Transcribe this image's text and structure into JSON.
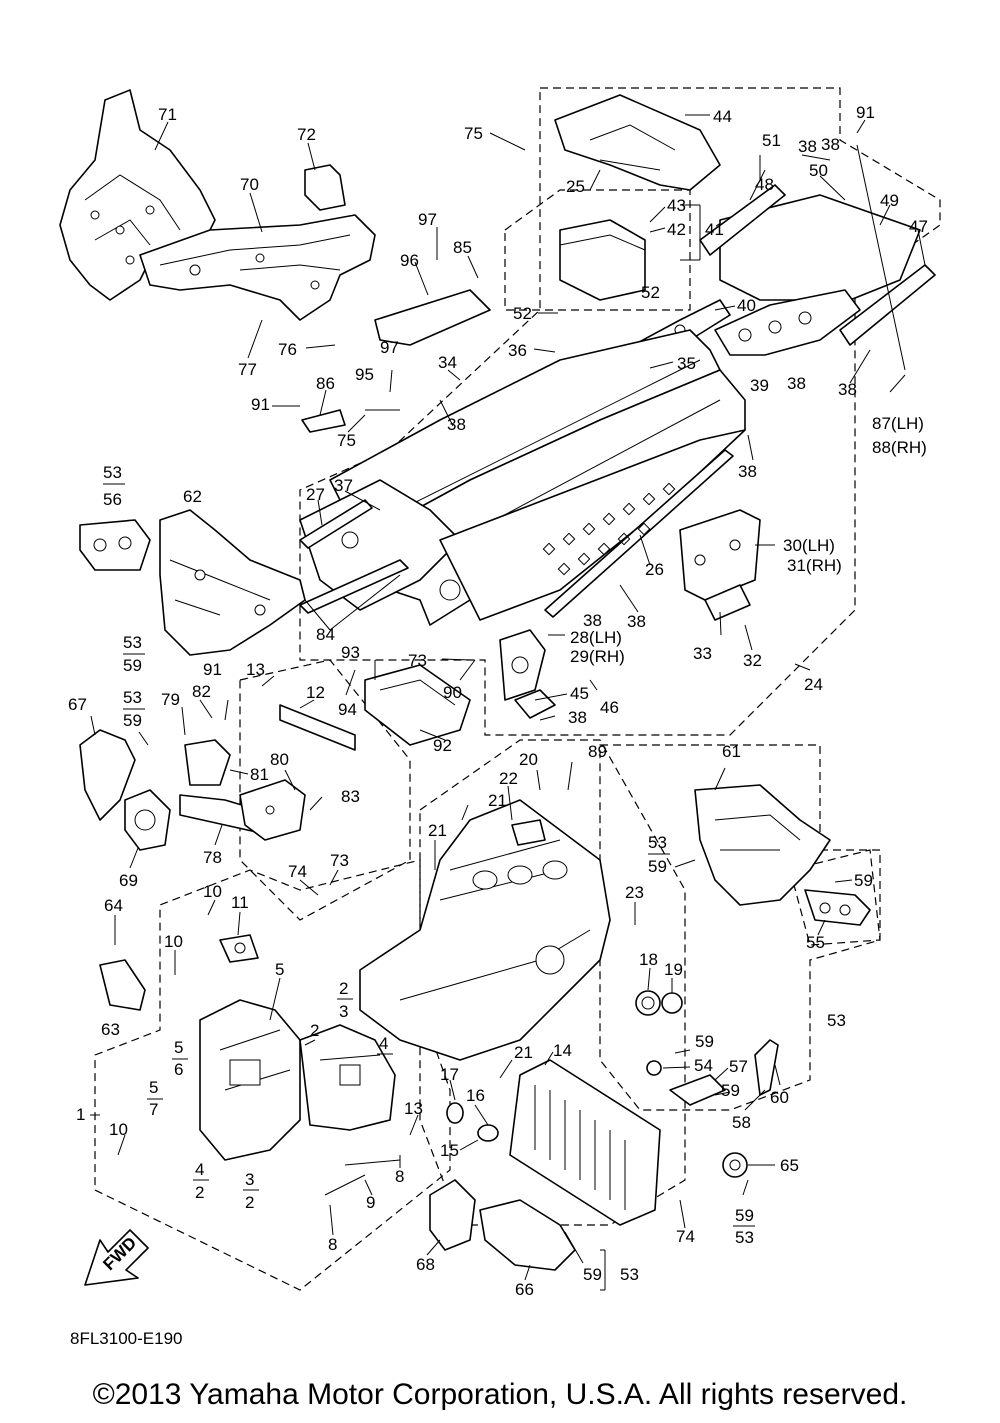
{
  "diagram_code": "8FL3100-E190",
  "copyright": "©2013 Yamaha Motor Corporation, U.S.A. All rights reserved.",
  "fwd_label": "FWD",
  "callouts": [
    {
      "id": "c71",
      "text": "71"
    },
    {
      "id": "c72",
      "text": "72"
    },
    {
      "id": "c70",
      "text": "70"
    },
    {
      "id": "c77",
      "text": "77"
    },
    {
      "id": "c76",
      "text": "76"
    },
    {
      "id": "c75a",
      "text": "75"
    },
    {
      "id": "c44",
      "text": "44"
    },
    {
      "id": "c91a",
      "text": "91"
    },
    {
      "id": "c38a",
      "text": "38"
    },
    {
      "id": "c38b",
      "text": "38"
    },
    {
      "id": "c51",
      "text": "51"
    },
    {
      "id": "c50",
      "text": "50"
    },
    {
      "id": "c49",
      "text": "49"
    },
    {
      "id": "c47",
      "text": "47"
    },
    {
      "id": "c48",
      "text": "48"
    },
    {
      "id": "c25",
      "text": "25"
    },
    {
      "id": "c43",
      "text": "43"
    },
    {
      "id": "c42",
      "text": "42"
    },
    {
      "id": "c41",
      "text": "41"
    },
    {
      "id": "c97a",
      "text": "97"
    },
    {
      "id": "c85",
      "text": "85"
    },
    {
      "id": "c96",
      "text": "96"
    },
    {
      "id": "c52a",
      "text": "52"
    },
    {
      "id": "c52b",
      "text": "52"
    },
    {
      "id": "c40",
      "text": "40"
    },
    {
      "id": "c36",
      "text": "36"
    },
    {
      "id": "c35",
      "text": "35"
    },
    {
      "id": "c39",
      "text": "39"
    },
    {
      "id": "c38c",
      "text": "38"
    },
    {
      "id": "c38d",
      "text": "38"
    },
    {
      "id": "c87",
      "text": "87(LH)"
    },
    {
      "id": "c88",
      "text": "88(RH)"
    },
    {
      "id": "c97b",
      "text": "97"
    },
    {
      "id": "c34",
      "text": "34"
    },
    {
      "id": "c95",
      "text": "95"
    },
    {
      "id": "c86",
      "text": "86"
    },
    {
      "id": "c91b",
      "text": "91"
    },
    {
      "id": "c75b",
      "text": "75"
    },
    {
      "id": "c38e",
      "text": "38"
    },
    {
      "id": "c38f",
      "text": "38"
    },
    {
      "id": "c53a",
      "text": "53"
    },
    {
      "id": "c56",
      "text": "56"
    },
    {
      "id": "c62",
      "text": "62"
    },
    {
      "id": "c27",
      "text": "27"
    },
    {
      "id": "c37",
      "text": "37"
    },
    {
      "id": "c30",
      "text": "30(LH)"
    },
    {
      "id": "c31",
      "text": "31(RH)"
    },
    {
      "id": "c26",
      "text": "26"
    },
    {
      "id": "c38g",
      "text": "38"
    },
    {
      "id": "c84",
      "text": "84"
    },
    {
      "id": "c38h",
      "text": "38"
    },
    {
      "id": "c28",
      "text": "28(LH)"
    },
    {
      "id": "c29",
      "text": "29(RH)"
    },
    {
      "id": "c33",
      "text": "33"
    },
    {
      "id": "c32",
      "text": "32"
    },
    {
      "id": "c53b",
      "text": "53"
    },
    {
      "id": "c59a",
      "text": "59"
    },
    {
      "id": "c91c",
      "text": "91"
    },
    {
      "id": "c93",
      "text": "93"
    },
    {
      "id": "c73a",
      "text": "73"
    },
    {
      "id": "c90",
      "text": "90"
    },
    {
      "id": "c24",
      "text": "24"
    },
    {
      "id": "c13a",
      "text": "13"
    },
    {
      "id": "c12",
      "text": "12"
    },
    {
      "id": "c94",
      "text": "94"
    },
    {
      "id": "c45",
      "text": "45"
    },
    {
      "id": "c46",
      "text": "46"
    },
    {
      "id": "c38i",
      "text": "38"
    },
    {
      "id": "c53c",
      "text": "53"
    },
    {
      "id": "c59b",
      "text": "59"
    },
    {
      "id": "c79",
      "text": "79"
    },
    {
      "id": "c82",
      "text": "82"
    },
    {
      "id": "c67",
      "text": "67"
    },
    {
      "id": "c92",
      "text": "92"
    },
    {
      "id": "c81",
      "text": "81"
    },
    {
      "id": "c80",
      "text": "80"
    },
    {
      "id": "c83",
      "text": "83"
    },
    {
      "id": "c20",
      "text": "20"
    },
    {
      "id": "c89",
      "text": "89"
    },
    {
      "id": "c61",
      "text": "61"
    },
    {
      "id": "c22",
      "text": "22"
    },
    {
      "id": "c21a",
      "text": "21"
    },
    {
      "id": "c21b",
      "text": "21"
    },
    {
      "id": "c78",
      "text": "78"
    },
    {
      "id": "c69",
      "text": "69"
    },
    {
      "id": "c53d",
      "text": "53"
    },
    {
      "id": "c59c",
      "text": "59"
    },
    {
      "id": "c74a",
      "text": "74"
    },
    {
      "id": "c73b",
      "text": "73"
    },
    {
      "id": "c10a",
      "text": "10"
    },
    {
      "id": "c11",
      "text": "11"
    },
    {
      "id": "c64",
      "text": "64"
    },
    {
      "id": "c23",
      "text": "23"
    },
    {
      "id": "c59d",
      "text": "59"
    },
    {
      "id": "c55",
      "text": "55"
    },
    {
      "id": "c10b",
      "text": "10"
    },
    {
      "id": "c5a",
      "text": "5"
    },
    {
      "id": "c2a",
      "text": "2"
    },
    {
      "id": "c3a",
      "text": "3"
    },
    {
      "id": "c18",
      "text": "18"
    },
    {
      "id": "c19",
      "text": "19"
    },
    {
      "id": "c63",
      "text": "63"
    },
    {
      "id": "c2b",
      "text": "2"
    },
    {
      "id": "c4a",
      "text": "4"
    },
    {
      "id": "c53e",
      "text": "53"
    },
    {
      "id": "c5b",
      "text": "5"
    },
    {
      "id": "c6",
      "text": "6"
    },
    {
      "id": "c14",
      "text": "14"
    },
    {
      "id": "c59e",
      "text": "59"
    },
    {
      "id": "c54",
      "text": "54"
    },
    {
      "id": "c57",
      "text": "57"
    },
    {
      "id": "c5c",
      "text": "5"
    },
    {
      "id": "c7",
      "text": "7"
    },
    {
      "id": "c21c",
      "text": "21"
    },
    {
      "id": "c17",
      "text": "17"
    },
    {
      "id": "c59f",
      "text": "59"
    },
    {
      "id": "c1",
      "text": "1"
    },
    {
      "id": "c13b",
      "text": "13"
    },
    {
      "id": "c16",
      "text": "16"
    },
    {
      "id": "c58",
      "text": "58"
    },
    {
      "id": "c60",
      "text": "60"
    },
    {
      "id": "c10c",
      "text": "10"
    },
    {
      "id": "c15",
      "text": "15"
    },
    {
      "id": "c65",
      "text": "65"
    },
    {
      "id": "c4b",
      "text": "4"
    },
    {
      "id": "c2c",
      "text": "2"
    },
    {
      "id": "c3b",
      "text": "3"
    },
    {
      "id": "c2d",
      "text": "2"
    },
    {
      "id": "c9",
      "text": "9"
    },
    {
      "id": "c8a",
      "text": "8"
    },
    {
      "id": "c59g",
      "text": "59"
    },
    {
      "id": "c53f",
      "text": "53"
    },
    {
      "id": "c74b",
      "text": "74"
    },
    {
      "id": "c8b",
      "text": "8"
    },
    {
      "id": "c68",
      "text": "68"
    },
    {
      "id": "c59h",
      "text": "59"
    },
    {
      "id": "c53g",
      "text": "53"
    },
    {
      "id": "c66",
      "text": "66"
    }
  ]
}
